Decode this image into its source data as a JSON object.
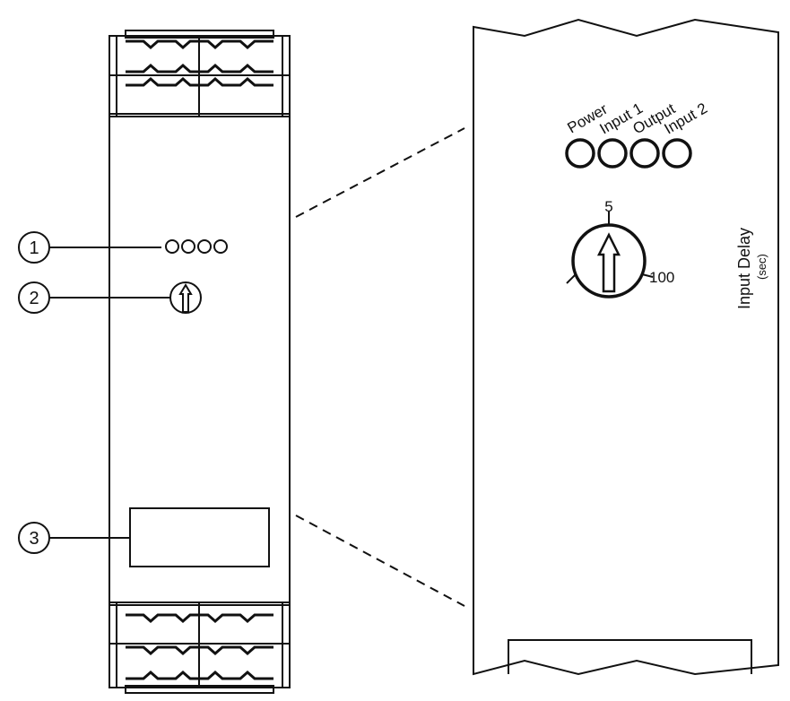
{
  "callouts": [
    {
      "number": "1",
      "target": "led-cluster"
    },
    {
      "number": "2",
      "target": "delay-knob"
    },
    {
      "number": "3",
      "target": "label-window"
    }
  ],
  "leds": [
    {
      "label": "Power"
    },
    {
      "label": "Input 1"
    },
    {
      "label": "Output"
    },
    {
      "label": "Input 2"
    }
  ],
  "dial": {
    "min_label": "5",
    "max_label": "100",
    "title": "Input Delay",
    "unit": "(sec)"
  }
}
